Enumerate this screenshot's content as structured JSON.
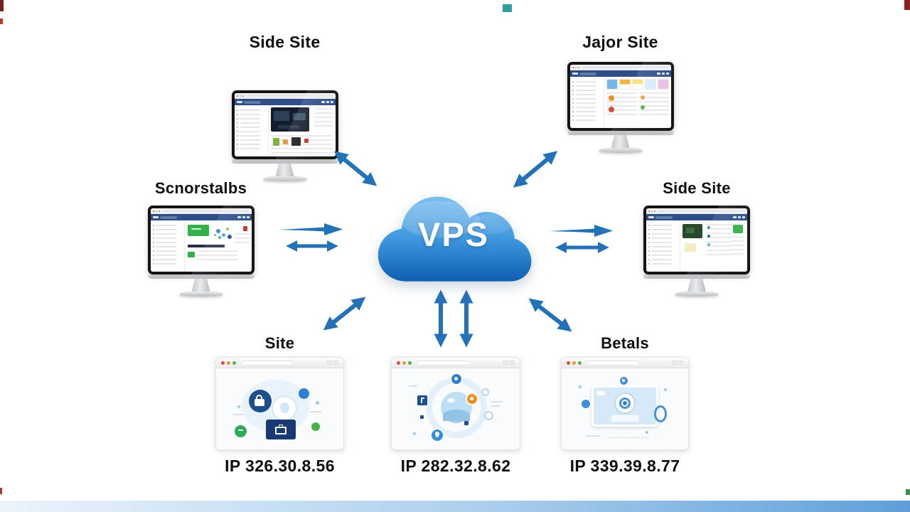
{
  "cloud": {
    "label": "VPS"
  },
  "nodes": {
    "top_left": {
      "label": "Side Site",
      "type": "desktop-monitor"
    },
    "top_right": {
      "label": "Jajor Site",
      "type": "desktop-monitor"
    },
    "mid_left": {
      "label": "Scnorstalbs",
      "type": "desktop-monitor"
    },
    "mid_right": {
      "label": "Side Site",
      "type": "desktop-monitor"
    },
    "bottom_left": {
      "label": "Site",
      "ip": "IP 326.30.8.56",
      "type": "browser-window"
    },
    "bottom_center": {
      "label": "",
      "ip": "IP 282.32.8.62",
      "type": "browser-window"
    },
    "bottom_right": {
      "label": "Betals",
      "ip": "IP 339.39.8.77",
      "type": "browser-window"
    }
  },
  "colors": {
    "arrow": "#2372b8",
    "cloud_top": "#7fc0f0",
    "cloud_mid": "#3f97de",
    "cloud_bottom": "#0d5fb0",
    "browser_navbar": "#2d4e87",
    "label_text": "#0f0f0f"
  },
  "icons": {
    "cloud": "cloud-icon",
    "traffic_lights": [
      "close-icon",
      "minimize-icon",
      "zoom-icon"
    ],
    "bottom_left_illustration": [
      "lock-icon",
      "briefcase-icon",
      "shield-icon"
    ],
    "bottom_center_illustration": [
      "eye-icon",
      "drop-icon",
      "gear-icon"
    ],
    "bottom_right_illustration": [
      "target-icon",
      "tablet-icon"
    ]
  }
}
